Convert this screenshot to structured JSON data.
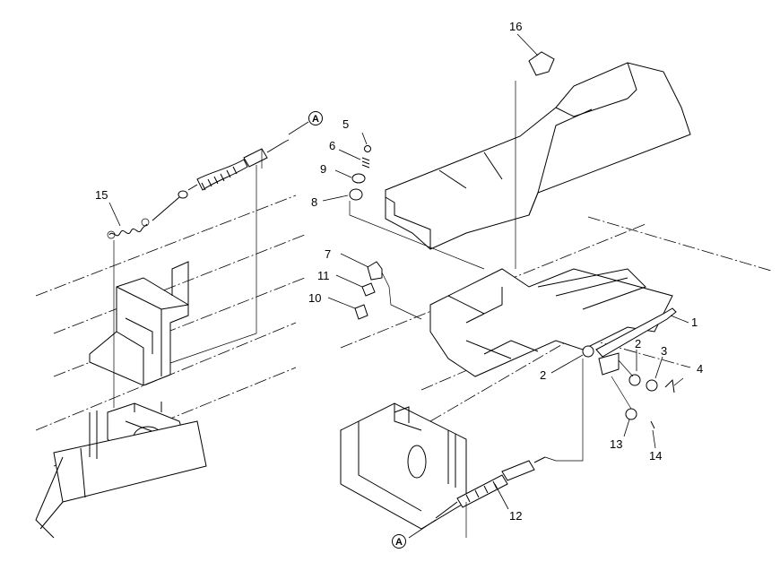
{
  "diagram": {
    "callouts": [
      {
        "key": "c1",
        "label": "1"
      },
      {
        "key": "c2a",
        "label": "2"
      },
      {
        "key": "c2b",
        "label": "2"
      },
      {
        "key": "c3",
        "label": "3"
      },
      {
        "key": "c4",
        "label": "4"
      },
      {
        "key": "c5",
        "label": "5"
      },
      {
        "key": "c6",
        "label": "6"
      },
      {
        "key": "c7",
        "label": "7"
      },
      {
        "key": "c8",
        "label": "8"
      },
      {
        "key": "c9",
        "label": "9"
      },
      {
        "key": "c10",
        "label": "10"
      },
      {
        "key": "c11",
        "label": "11"
      },
      {
        "key": "c12",
        "label": "12"
      },
      {
        "key": "c13",
        "label": "13"
      },
      {
        "key": "c14",
        "label": "14"
      },
      {
        "key": "c15",
        "label": "15"
      },
      {
        "key": "c16",
        "label": "16"
      }
    ],
    "connector_top": "A",
    "connector_bottom": "A"
  }
}
